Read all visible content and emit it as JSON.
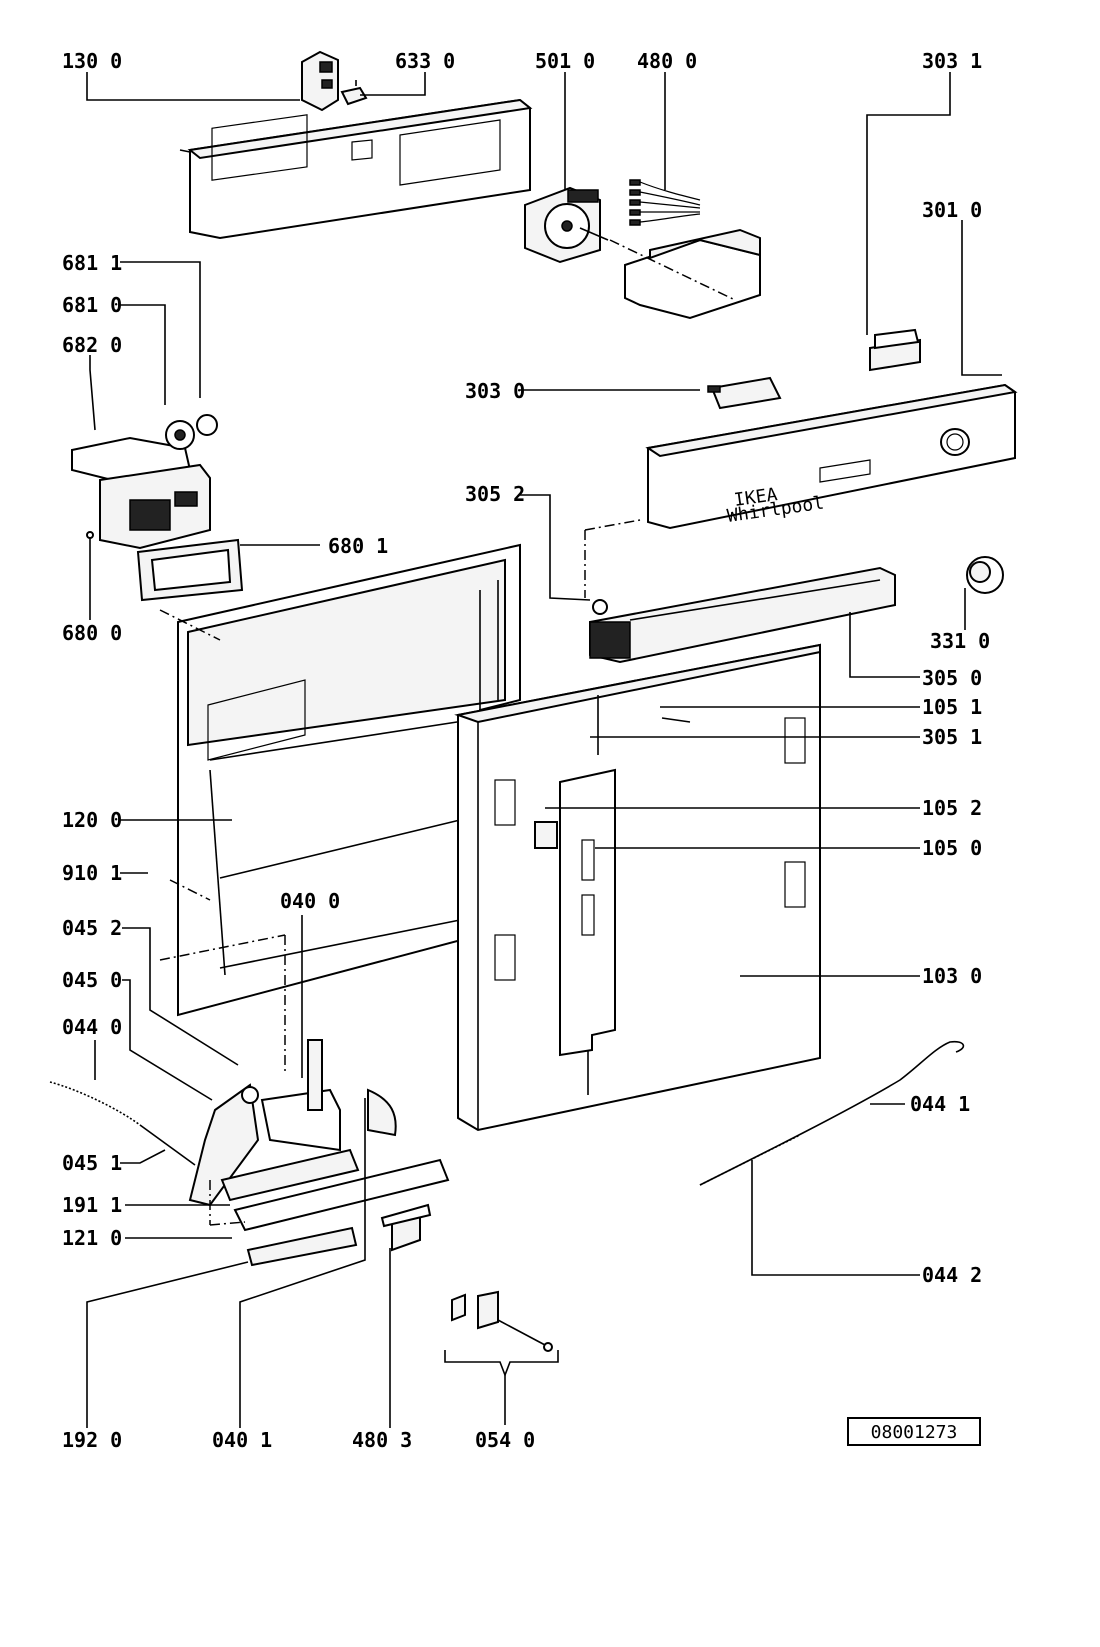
{
  "diagram": {
    "labels": [
      "130 0",
      "633 0",
      "501 0",
      "480 0",
      "303 1",
      "301 0",
      "681 1",
      "681 0",
      "682 0",
      "303 0",
      "305 2",
      "680 1",
      "680 0",
      "331 0",
      "305 0",
      "105 1",
      "305 1",
      "105 2",
      "120 0",
      "105 0",
      "910 1",
      "040 0",
      "045 2",
      "045 0",
      "103 0",
      "044 0",
      "044 1",
      "045 1",
      "191 1",
      "121 0",
      "044 2",
      "192 0",
      "040 1",
      "480 3",
      "054 0"
    ],
    "panel_text": {
      "brand_line1": "IKEA",
      "brand_line2": "Whirlpool"
    },
    "reference_number": "08001273"
  }
}
